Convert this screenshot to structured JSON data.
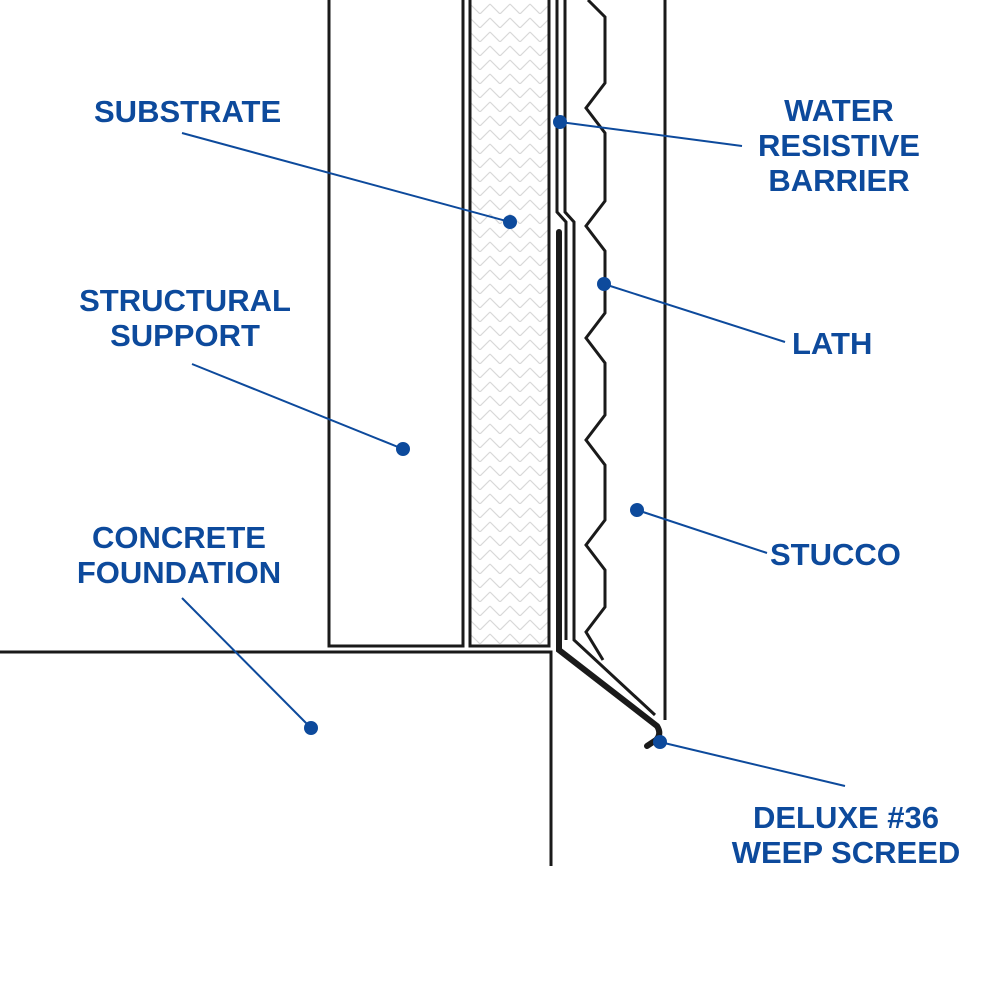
{
  "colors": {
    "label": "#0d4a9c",
    "line": "#1a1a1a",
    "hatch": "#d8d8d8"
  },
  "labels": {
    "substrate": [
      "SUBSTRATE"
    ],
    "structural_support": [
      "STRUCTURAL",
      "SUPPORT"
    ],
    "concrete_foundation": [
      "CONCRETE",
      "FOUNDATION"
    ],
    "water_resistive_barrier": [
      "WATER",
      "RESISTIVE",
      "BARRIER"
    ],
    "lath": [
      "LATH"
    ],
    "stucco": [
      "STUCCO"
    ],
    "weep_screed": [
      "DELUXE #36",
      "WEEP SCREED"
    ]
  }
}
